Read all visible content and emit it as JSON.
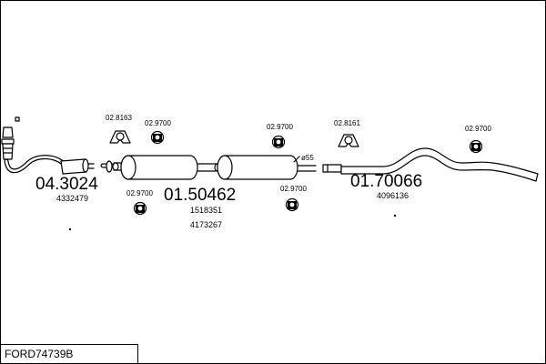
{
  "parts": [
    {
      "id": "front-pipe",
      "number": "04.3024",
      "oem": [
        "4332479"
      ]
    },
    {
      "id": "middle-silencer",
      "number": "01.50462",
      "oem": [
        "1518351",
        "4173267"
      ]
    },
    {
      "id": "rear-silencer",
      "number": "01.70066",
      "oem": [
        "4096136"
      ]
    }
  ],
  "accessories": {
    "mount_front": "02.8163",
    "mount_rear": "02.8161",
    "clamp_1": "02.9700",
    "clamp_2": "02.9700",
    "clamp_3": "02.9700",
    "clamp_4": "02.9700",
    "clamp_5": "02.9700"
  },
  "dimension_label": "ø55",
  "footer": {
    "code": "FORD74739B"
  },
  "colors": {
    "line": "#000000",
    "background": "#ffffff"
  }
}
